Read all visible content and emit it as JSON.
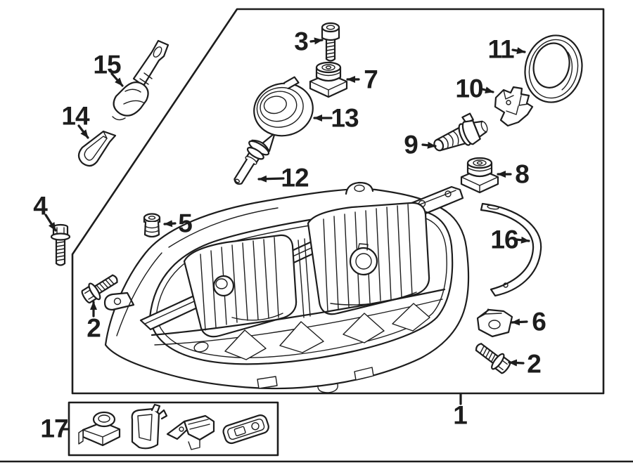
{
  "colors": {
    "ink": "#1d1d1d",
    "background": "#ffffff",
    "baseline": "#e6e6e6"
  },
  "diagram": {
    "type": "exploded-parts-diagram",
    "subject": "headlamp-components",
    "callouts": [
      {
        "id": "1",
        "label": "1",
        "part": "headlamp-assembly"
      },
      {
        "id": "2",
        "label": "2",
        "part": "hex-flange-bolt"
      },
      {
        "id": "3",
        "label": "3",
        "part": "socket-head-bolt"
      },
      {
        "id": "4",
        "label": "4",
        "part": "hex-flange-bolt-long"
      },
      {
        "id": "5",
        "label": "5",
        "part": "cap-nut"
      },
      {
        "id": "6",
        "label": "6",
        "part": "retainer-clip"
      },
      {
        "id": "7",
        "label": "7",
        "part": "adjuster-nut"
      },
      {
        "id": "8",
        "label": "8",
        "part": "adjuster-nut"
      },
      {
        "id": "9",
        "label": "9",
        "part": "halogen-bulb"
      },
      {
        "id": "10",
        "label": "10",
        "part": "bulb-socket"
      },
      {
        "id": "11",
        "label": "11",
        "part": "seal-ring"
      },
      {
        "id": "12",
        "label": "12",
        "part": "signal-bulb"
      },
      {
        "id": "13",
        "label": "13",
        "part": "round-cover-cap"
      },
      {
        "id": "14",
        "label": "14",
        "part": "bulb-shield"
      },
      {
        "id": "15",
        "label": "15",
        "part": "sensor-holder"
      },
      {
        "id": "16",
        "label": "16",
        "part": "trim-strip"
      },
      {
        "id": "17",
        "label": "17",
        "part": "mounting-clip-kit"
      }
    ]
  }
}
